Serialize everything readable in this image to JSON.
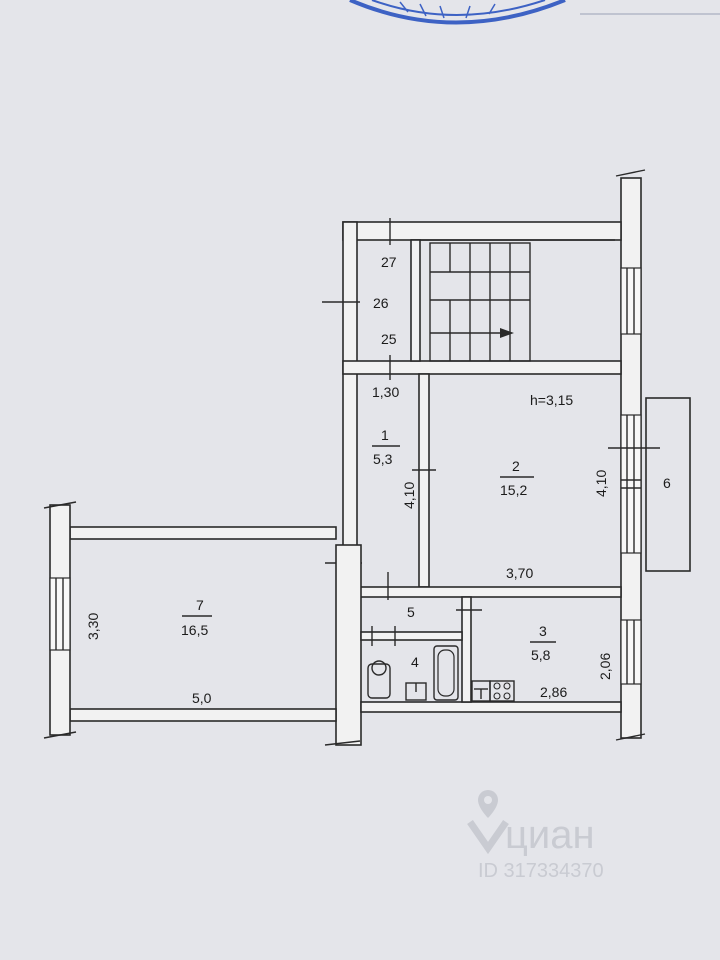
{
  "plan": {
    "ceiling_height": "h=3,15",
    "stair_marks": [
      "27",
      "26",
      "25"
    ],
    "rooms": [
      {
        "num": "1",
        "area": "5,3"
      },
      {
        "num": "2",
        "area": "15,2"
      },
      {
        "num": "3",
        "area": "5,8"
      },
      {
        "num": "4"
      },
      {
        "num": "5"
      },
      {
        "num": "6"
      },
      {
        "num": "7",
        "area": "16,5"
      }
    ],
    "dimensions": [
      "1,30",
      "4,10",
      "4,10",
      "3,70",
      "3,30",
      "5,0",
      "2,06",
      "2,86"
    ]
  },
  "watermark": {
    "brand": "циан",
    "listing_id": "ID 317334370"
  },
  "colors": {
    "paper": "#e4e5ea",
    "wall": "#f2f2f2",
    "line": "#2a2a2a",
    "stamp": "#3d62c4",
    "watermark": "#c9cbd2"
  }
}
